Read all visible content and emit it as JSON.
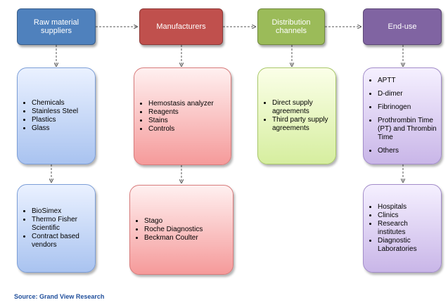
{
  "headers": [
    {
      "label": "Raw material\nsuppliers",
      "color": "#4f81bd"
    },
    {
      "label": "Manufacturers",
      "color": "#c0504d"
    },
    {
      "label": "Distribution\nchannels",
      "color": "#9bbb59"
    },
    {
      "label": "End-use",
      "color": "#8064a2"
    }
  ],
  "raw_top": [
    "Chemicals",
    "Stainless Steel",
    "Plastics",
    "Glass"
  ],
  "raw_bottom": [
    "BioSimex",
    "Thermo Fisher Scientific",
    "Contract based vendors"
  ],
  "man_top": [
    "Hemostasis analyzer",
    "Reagents",
    "Stains",
    "Controls"
  ],
  "man_bottom": [
    "Stago",
    "Roche Diagnostics",
    "Beckman Coulter"
  ],
  "dist": [
    "Direct supply agreements",
    "Third party supply agreements"
  ],
  "end_top": [
    "APTT",
    "D-dimer",
    "Fibrinogen",
    "Prothrombin Time (PT) and Thrombin Time",
    "Others"
  ],
  "end_bottom": [
    "Hospitals",
    "Clinics",
    "Research institutes",
    "Diagnostic Laboratories"
  ],
  "source": "Source: Grand View Research"
}
